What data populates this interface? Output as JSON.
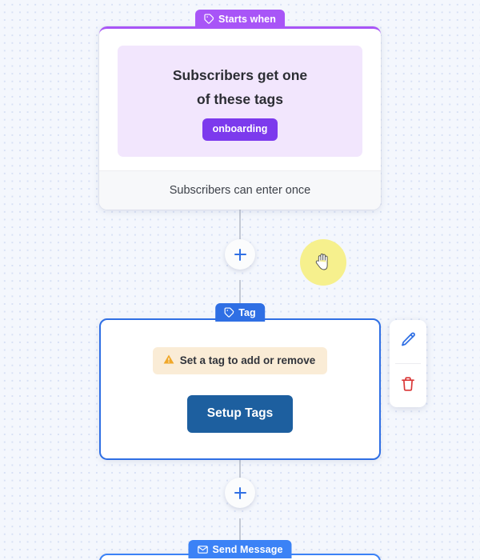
{
  "canvas": {
    "background_color": "#f4f7fd",
    "dot_color": "#d7e0f5"
  },
  "nodes": [
    {
      "id": "trigger",
      "chip_label": "Starts when",
      "chip_icon": "tag-icon",
      "chip_color": "#a855f7",
      "accent_color": "#a855f7",
      "title_line_1": "Subscribers get one",
      "title_line_2": "of these tags",
      "tags": [
        "onboarding"
      ],
      "tag_color": "#7c3aed",
      "footer_text": "Subscribers can enter once"
    },
    {
      "id": "tag",
      "chip_label": "Tag",
      "chip_icon": "tag-icon",
      "chip_color": "#2f6fe4",
      "accent_color": "#2f6fe4",
      "warning_icon": "warning-triangle-icon",
      "warning_text": "Set a tag to add or remove",
      "warning_bg": "#faecd6",
      "button_label": "Setup Tags",
      "button_color": "#1d5f9f"
    },
    {
      "id": "message",
      "chip_label": "Send Message",
      "chip_icon": "envelope-icon",
      "chip_color": "#3b82f6",
      "accent_color": "#3b82f6"
    }
  ],
  "add_buttons": [
    {
      "id": "add-1",
      "icon": "plus-icon",
      "label": "+"
    },
    {
      "id": "add-2",
      "icon": "plus-icon",
      "label": "+"
    }
  ],
  "action_panel": {
    "edit": {
      "icon": "pencil-icon",
      "color": "#2f6fe4"
    },
    "delete": {
      "icon": "trash-icon",
      "color": "#d93434"
    }
  },
  "cursor": {
    "icon": "grab-hand-cursor",
    "highlight_color": "#f6f08d"
  }
}
